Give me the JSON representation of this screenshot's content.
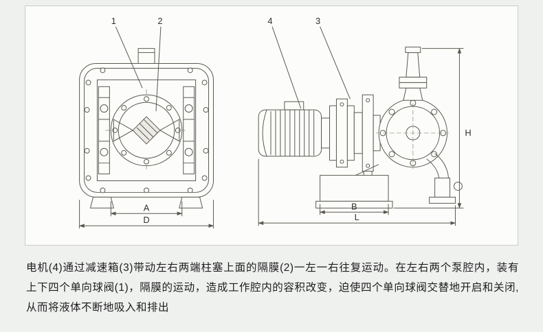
{
  "figure": {
    "callouts": {
      "c1": "1",
      "c2": "2",
      "c3": "3",
      "c4": "4"
    },
    "dimensions": {
      "A": "A",
      "D": "D",
      "B": "B",
      "L": "L",
      "H": "H"
    }
  },
  "description": {
    "text": "电机(4)通过减速箱(3)带动左右两端柱塞上面的隔膜(2)一左一右往复运动。在左右两个泵腔内，装有上下四个单向球阀(1)，隔膜的运动，造成工作腔内的容积改变，迫使四个单向球阀交替地开启和关闭,从而将液体不断地吸入和排出"
  },
  "colors": {
    "page_background": "#eff1ef",
    "panel_background": "#fcfcfa",
    "panel_border": "#c9cdc8",
    "line_color": "#5a584f"
  }
}
